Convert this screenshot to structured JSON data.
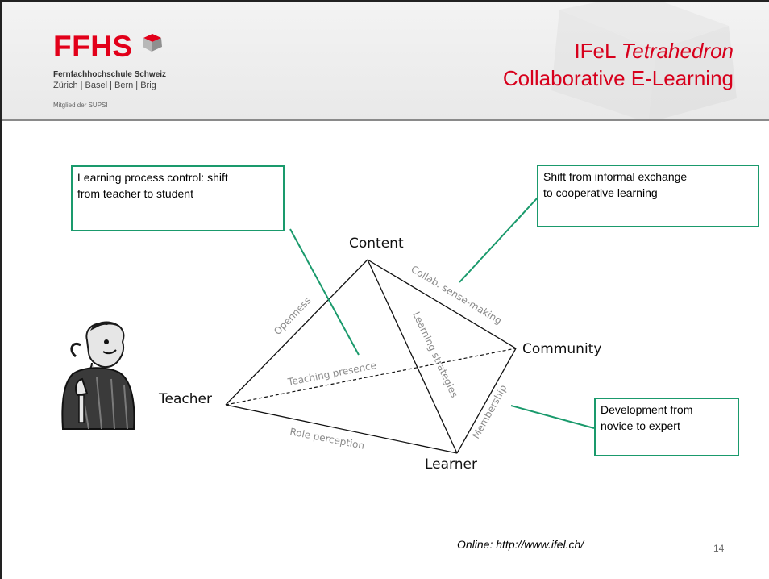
{
  "logo": {
    "wordmark": "FFHS",
    "name": "Fernfachhochschule Schweiz",
    "cities": "Zürich | Basel | Bern | Brig",
    "member": "Mitglied der SUPSI",
    "brand_color": "#e2001a"
  },
  "title": {
    "line1_prefix": "IFeL ",
    "line1_italic": "Tetrahedron",
    "line2": "Collaborative E-Learning",
    "color": "#d7001c"
  },
  "callouts": {
    "process_control": {
      "line1": "Learning process control: shift",
      "line2": "from teacher to student"
    },
    "informal_exchange": {
      "line1": "Shift from informal exchange",
      "line2": "to cooperative learning"
    },
    "novice_expert": {
      "line1": "Development from",
      "line2": "novice to expert"
    },
    "border_color": "#1a9a6c"
  },
  "diagram": {
    "nodes": {
      "content": "Content",
      "community": "Community",
      "teacher": "Teacher",
      "learner": "Learner"
    },
    "edges": {
      "openness": "Openness",
      "collab": "Collab. sense-making",
      "teaching_presence": "Teaching presence",
      "learning_strategies": "Learning strategies",
      "membership": "Membership",
      "role_perception": "Role perception"
    },
    "teacher_illustration": "teacher-caricature-icon"
  },
  "footer": {
    "source": "Online:  http://www.ifel.ch/",
    "page_number": "14"
  }
}
